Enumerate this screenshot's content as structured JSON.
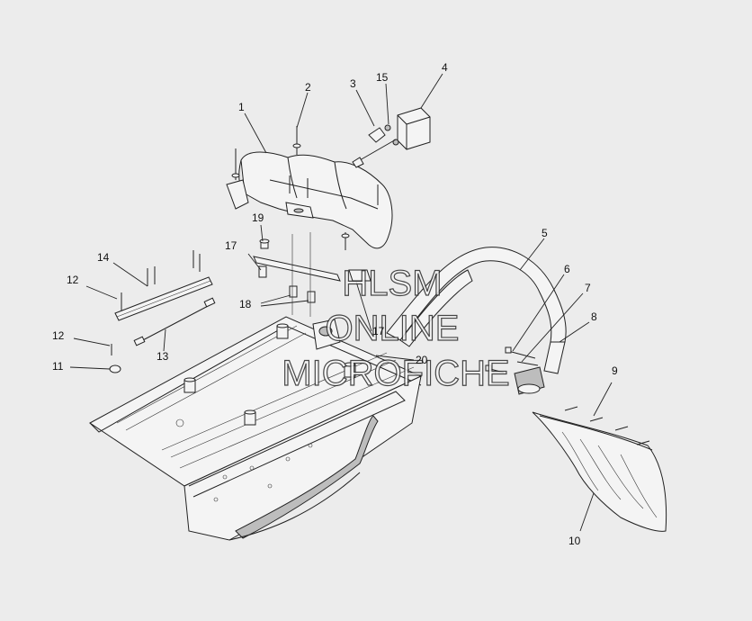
{
  "watermark": {
    "line1": "HLSM",
    "line2": "ONLINE",
    "line3": "MICROFICHE"
  },
  "callouts": [
    {
      "id": "1",
      "text": "1"
    },
    {
      "id": "2",
      "text": "2"
    },
    {
      "id": "3",
      "text": "3"
    },
    {
      "id": "4",
      "text": "4"
    },
    {
      "id": "5",
      "text": "5"
    },
    {
      "id": "6",
      "text": "6"
    },
    {
      "id": "7",
      "text": "7"
    },
    {
      "id": "8",
      "text": "8"
    },
    {
      "id": "9",
      "text": "9"
    },
    {
      "id": "10",
      "text": "10"
    },
    {
      "id": "11",
      "text": "11"
    },
    {
      "id": "12a",
      "text": "12"
    },
    {
      "id": "12b",
      "text": "12"
    },
    {
      "id": "13",
      "text": "13"
    },
    {
      "id": "14",
      "text": "14"
    },
    {
      "id": "15",
      "text": "15"
    },
    {
      "id": "17a",
      "text": "17"
    },
    {
      "id": "17b",
      "text": "17"
    },
    {
      "id": "18",
      "text": "18"
    },
    {
      "id": "19",
      "text": "19"
    },
    {
      "id": "20",
      "text": "20"
    }
  ]
}
